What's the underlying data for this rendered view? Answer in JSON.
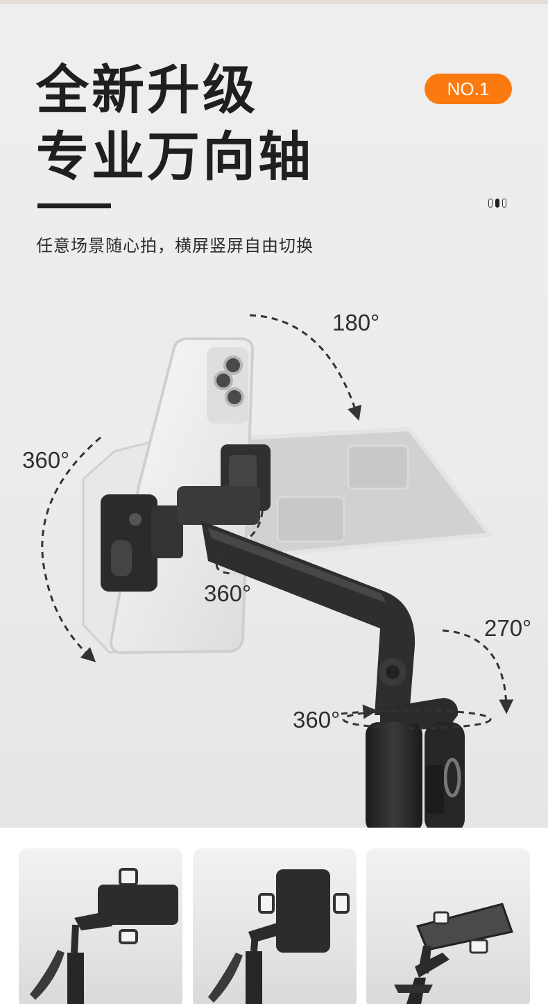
{
  "badge": "NO.1",
  "headline": {
    "line1": "全新升级",
    "line2": "专业万向轴"
  },
  "subtitle": "任意场景随心拍，横屏竖屏自由切换",
  "rotation_labels": {
    "top": "180°",
    "left": "360°",
    "center": "360°",
    "right": "270°",
    "base": "360°"
  },
  "colors": {
    "accent": "#fb7a10",
    "text": "#1f1f1f",
    "device": "#2b2b2b"
  },
  "icons": {
    "pager": "page-indicator-dots",
    "arrows": "dashed-rotation-arrows"
  },
  "usage_thumbnails": [
    {
      "mode": "landscape with two fill lights"
    },
    {
      "mode": "portrait with side fill lights"
    },
    {
      "mode": "landscape with fill light, angled"
    }
  ]
}
